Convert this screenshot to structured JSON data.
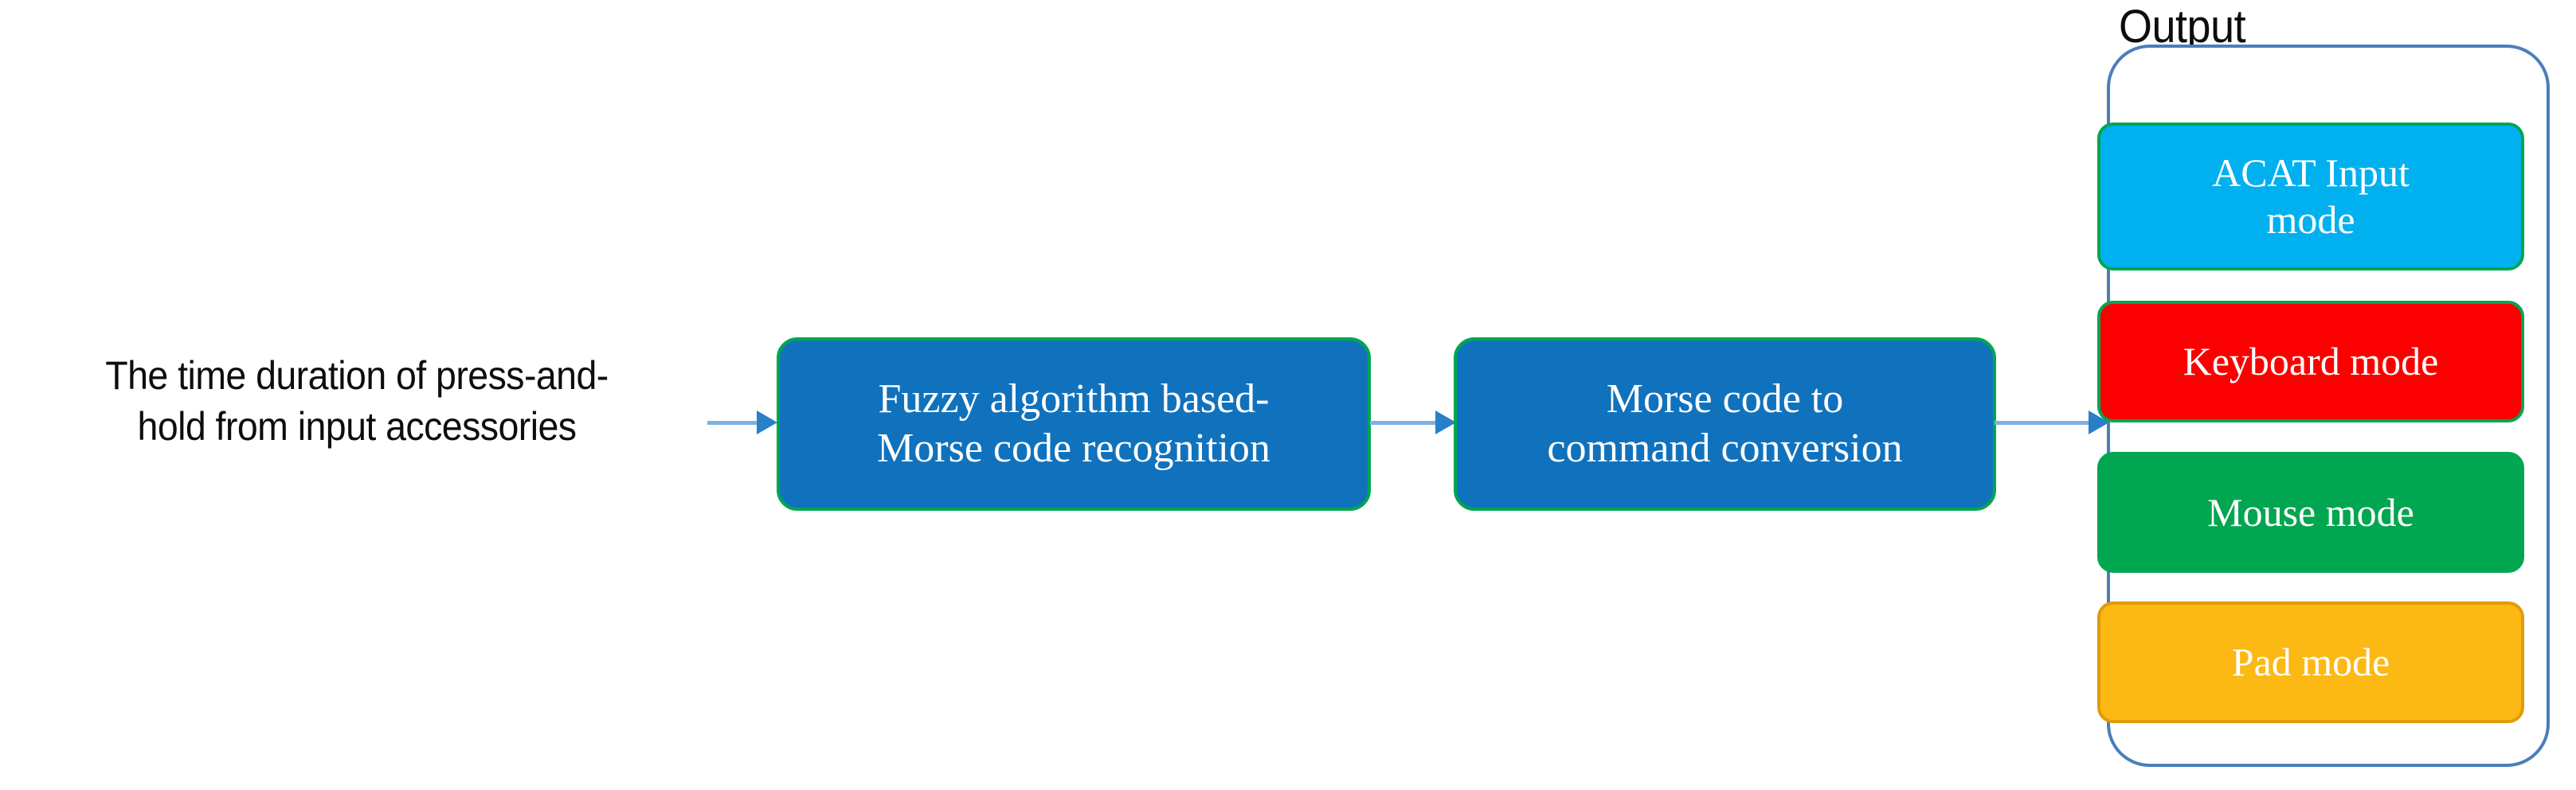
{
  "diagram": {
    "title_visible": false,
    "input": {
      "label": "The time duration of press-and-\nhold from input accessories"
    },
    "process_steps": [
      {
        "label": "Fuzzy algorithm based-\nMorse code recognition",
        "fill": "#1072bd",
        "border": "#00a650"
      },
      {
        "label": "Morse code to\ncommand conversion",
        "fill": "#1072bd",
        "border": "#00a650"
      }
    ],
    "connectors": [
      {
        "name": "input-to-step1",
        "line_color": "#7fb2e5",
        "head_color": "#2a7fc9"
      },
      {
        "name": "step1-to-step2",
        "line_color": "#7fb2e5",
        "head_color": "#2a7fc9"
      },
      {
        "name": "step2-to-output",
        "line_color": "#7fb2e5",
        "head_color": "#2a7fc9"
      }
    ],
    "output": {
      "title": "Output",
      "container_border": "#4a7ebb",
      "modes": [
        {
          "label": "ACAT Input\nmode",
          "fill": "#00b0ef",
          "border": "#00a650"
        },
        {
          "label": "Keyboard mode",
          "fill": "#fa0000",
          "border": "#00a650"
        },
        {
          "label": "Mouse mode",
          "fill": "#00a650",
          "border": "#00a650"
        },
        {
          "label": "Pad mode",
          "fill": "#fcb813",
          "border": "#e09b0a"
        }
      ]
    }
  }
}
